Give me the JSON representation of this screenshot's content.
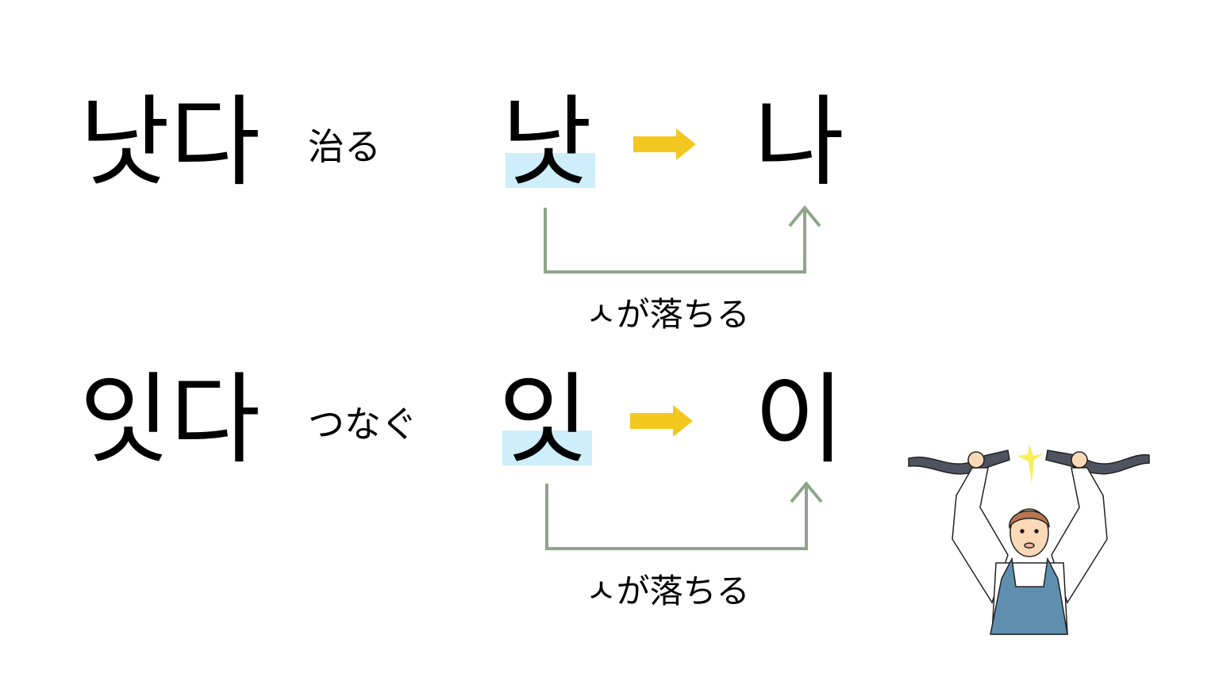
{
  "rows": [
    {
      "word": "낫다",
      "meaning": "治る",
      "syllable": "낫",
      "result": "나",
      "rule": "ㅅが落ちる"
    },
    {
      "word": "잇다",
      "meaning": "つなぐ",
      "syllable": "잇",
      "result": "이",
      "rule": "ㅅが落ちる"
    }
  ],
  "colors": {
    "highlight": "#cdeefa",
    "arrow": "#f2c81e",
    "bracket": "#8fa58a"
  }
}
